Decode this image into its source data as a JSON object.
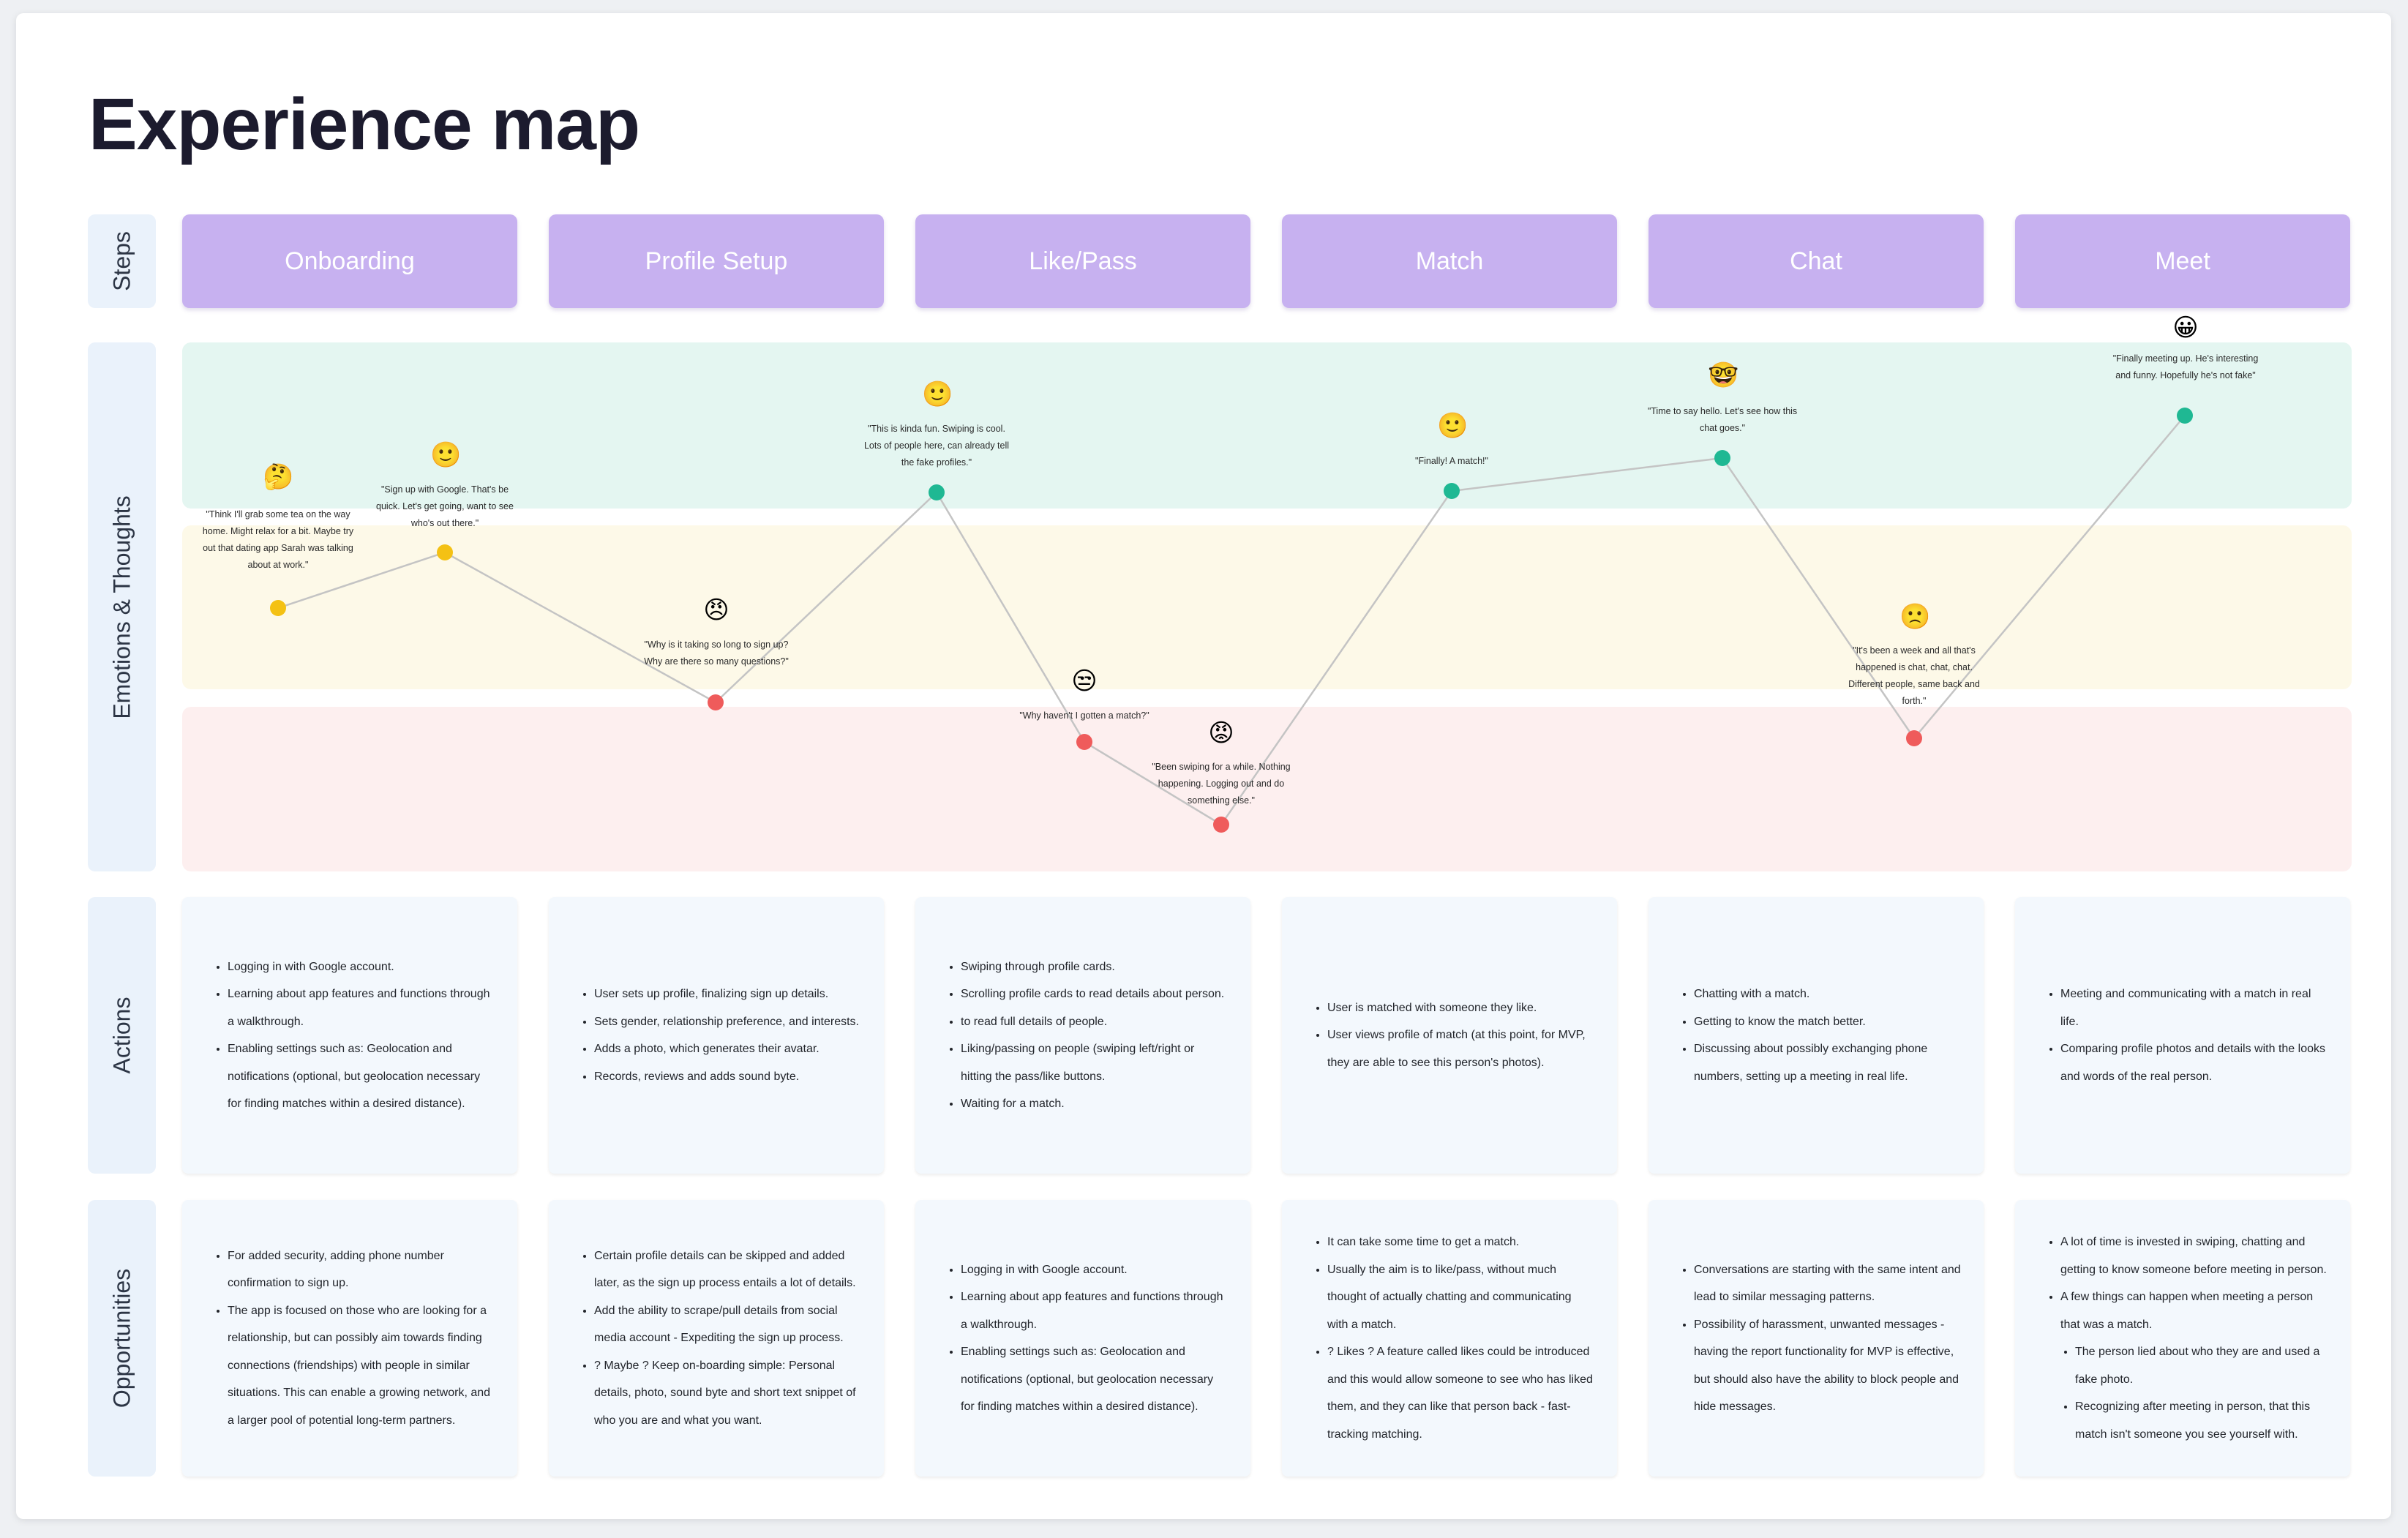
{
  "title": "Experience map",
  "row_labels": {
    "steps": "Steps",
    "emotions": "Emotions & Thoughts",
    "actions": "Actions",
    "opportunities": "Opportunities"
  },
  "colors": {
    "step_fill": "#c7b1f0",
    "band_positive": "#e4f6f1",
    "band_neutral": "#fdf9e8",
    "band_negative": "#fdefef",
    "point_positive": "#1fb893",
    "point_neutral": "#f4c114",
    "point_negative": "#ef5b5b"
  },
  "steps": [
    "Onboarding",
    "Profile Setup",
    "Like/Pass",
    "Match",
    "Chat",
    "Meet"
  ],
  "emotion_points": [
    {
      "step": 0,
      "sentiment": "neutral",
      "emoji": "🤔",
      "thought": "\"Think I'll grab some tea on the way home. Might relax for a bit. Maybe try out that dating app Sarah was talking about at work.\""
    },
    {
      "step": 0,
      "sentiment": "neutral",
      "emoji": "🙂",
      "thought": "\"Sign up with Google. That's be quick. Let's get going, want to see who's out there.\""
    },
    {
      "step": 1,
      "sentiment": "negative",
      "emoji": "😠",
      "thought": "\"Why is it taking so long to sign up? Why are there so many questions?\""
    },
    {
      "step": 2,
      "sentiment": "positive",
      "emoji": "🙂",
      "thought": "\"This is kinda fun. Swiping is cool. Lots of people here, can already tell the fake profiles.\""
    },
    {
      "step": 2,
      "sentiment": "negative",
      "emoji": "😒",
      "thought": "\"Why haven't I gotten a match?\""
    },
    {
      "step": 2,
      "sentiment": "negative",
      "emoji": "😡",
      "thought": "\"Been swiping for a while. Nothing happening. Logging out and do something else.\""
    },
    {
      "step": 3,
      "sentiment": "positive",
      "emoji": "🙂",
      "thought": "\"Finally! A match!\""
    },
    {
      "step": 4,
      "sentiment": "positive",
      "emoji": "🤓",
      "thought": "\"Time to say hello. Let's see how this chat goes.\""
    },
    {
      "step": 4,
      "sentiment": "negative",
      "emoji": "🙁",
      "thought": "\"It's been a week and all that's happened is chat, chat, chat. Different people, same back and forth.\""
    },
    {
      "step": 5,
      "sentiment": "positive",
      "emoji": "😀",
      "thought": "\"Finally meeting up. He's interesting and funny. Hopefully he's not fake\""
    }
  ],
  "actions": [
    [
      {
        "text": "Logging in with Google account."
      },
      {
        "text": "Learning about app features and functions through a walkthrough."
      },
      {
        "text": "Enabling settings such as: Geolocation and notifications (optional, but geolocation necessary for finding matches within a desired distance)."
      }
    ],
    [
      {
        "text": "User sets up profile, finalizing sign up details."
      },
      {
        "text": "Sets gender, relationship preference, and interests."
      },
      {
        "text": "Adds a photo, which generates their avatar."
      },
      {
        "text": "Records, reviews and adds sound byte."
      }
    ],
    [
      {
        "text": "Swiping through profile cards."
      },
      {
        "text": "Scrolling profile cards to read details about person."
      },
      {
        "text": " to read full details of people."
      },
      {
        "text": "Liking/passing on people (swiping left/right or hitting the pass/like buttons."
      },
      {
        "text": "Waiting for a match."
      }
    ],
    [
      {
        "text": "User is matched with someone they like."
      },
      {
        "text": "User views profile of match (at this point, for MVP, they are able to see this person's photos)."
      }
    ],
    [
      {
        "text": "Chatting with a match."
      },
      {
        "text": "Getting to know the match better."
      },
      {
        "text": "Discussing about possibly exchanging phone numbers, setting up a meeting in real life."
      }
    ],
    [
      {
        "text": "Meeting and communicating with a match in real life."
      },
      {
        "text": "Comparing profile photos and details with the looks and words of the real person."
      }
    ]
  ],
  "opportunities": [
    [
      {
        "text": "For added security, adding phone number confirmation to sign up."
      },
      {
        "text": "The app is focused on those who are looking for a relationship, but can possibly aim towards finding connections (friendships) with people in similar situations. This can enable a growing network, and a larger pool of potential long-term partners."
      }
    ],
    [
      {
        "text": "Certain profile details can be skipped and added later, as the sign up process entails a lot of details."
      },
      {
        "text": "Add the ability to scrape/pull details from social media account - Expediting the sign up process."
      },
      {
        "text": "? Maybe ? Keep on-boarding simple: Personal details, photo, sound byte and short text snippet of who you are and what you want."
      }
    ],
    [
      {
        "text": "Logging in with Google account."
      },
      {
        "text": "Learning about app features and functions through a walkthrough."
      },
      {
        "text": "Enabling settings such as: Geolocation and notifications (optional, but geolocation necessary for finding matches within a desired distance)."
      }
    ],
    [
      {
        "text": "It can take some time to get a match."
      },
      {
        "text": "Usually the aim is to like/pass, without much thought of actually chatting and communicating with a match."
      },
      {
        "text": "? Likes ? A feature called likes could be introduced and this would allow someone to see who has liked them, and they can like that person back - fast-tracking matching."
      }
    ],
    [
      {
        "text": "Conversations are starting with the same intent and lead to similar messaging patterns."
      },
      {
        "text": "Possibility of harassment, unwanted messages - having the report functionality for MVP is effective, but should also have the ability to block people and hide messages."
      }
    ],
    [
      {
        "text": "A lot of time is invested in swiping, chatting and getting to know someone before meeting in person."
      },
      {
        "text": "A few things can happen when meeting a person that was a match."
      },
      {
        "text": "The person lied about who they are and used a fake photo.",
        "sub": true
      },
      {
        "text": "Recognizing after meeting in person, that this match isn't someone you see yourself with.",
        "sub": true
      }
    ]
  ]
}
